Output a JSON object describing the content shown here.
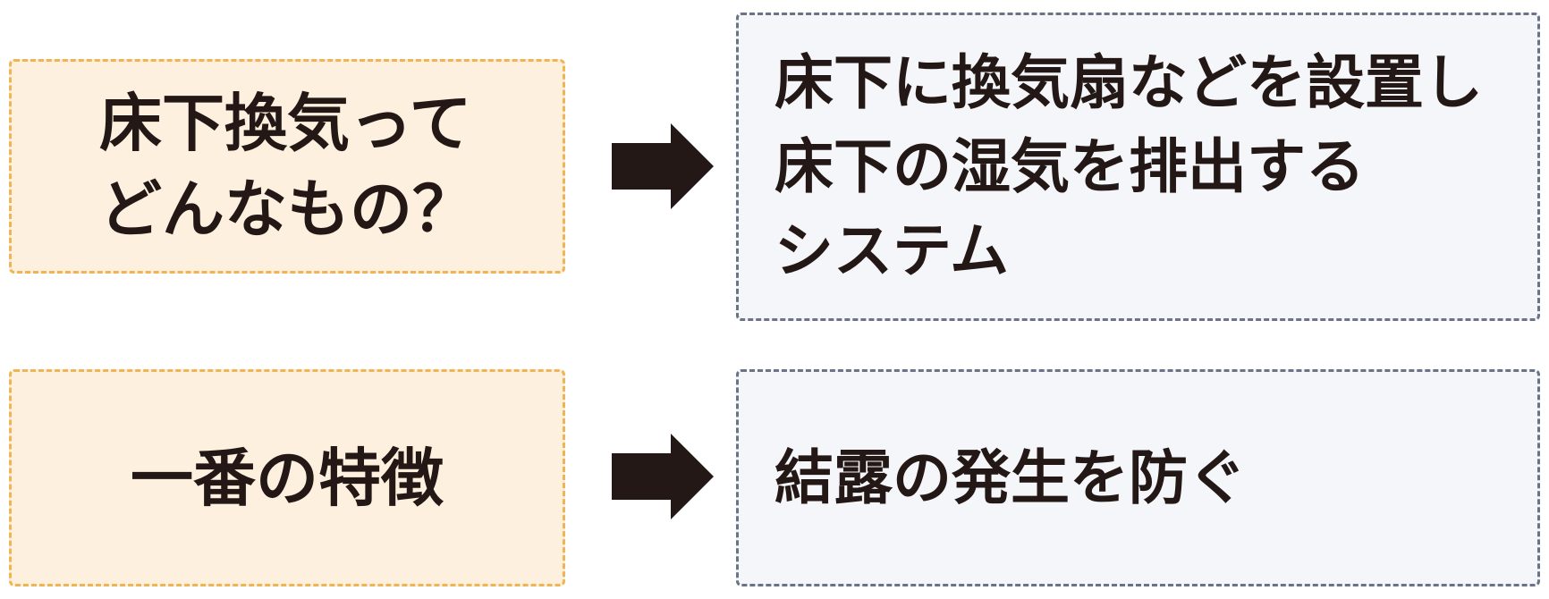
{
  "rows": [
    {
      "question": {
        "lines": [
          "床下換気って",
          "どんなもの？"
        ]
      },
      "answer": {
        "lines": [
          "床下に換気扇などを設置し",
          "床下の湿気を排出する",
          "システム"
        ]
      }
    },
    {
      "question": {
        "lines": [
          "一番の特徴"
        ]
      },
      "answer": {
        "lines": [
          "結露の発生を防ぐ"
        ]
      }
    }
  ],
  "colors": {
    "question_fill": "#fdf0de",
    "question_border": "#f0b552",
    "answer_fill": "#f4f6f9",
    "answer_border": "#6b7487",
    "text": "#231815",
    "arrow": "#231815"
  },
  "icons": {
    "connector": "right-arrow-icon"
  }
}
